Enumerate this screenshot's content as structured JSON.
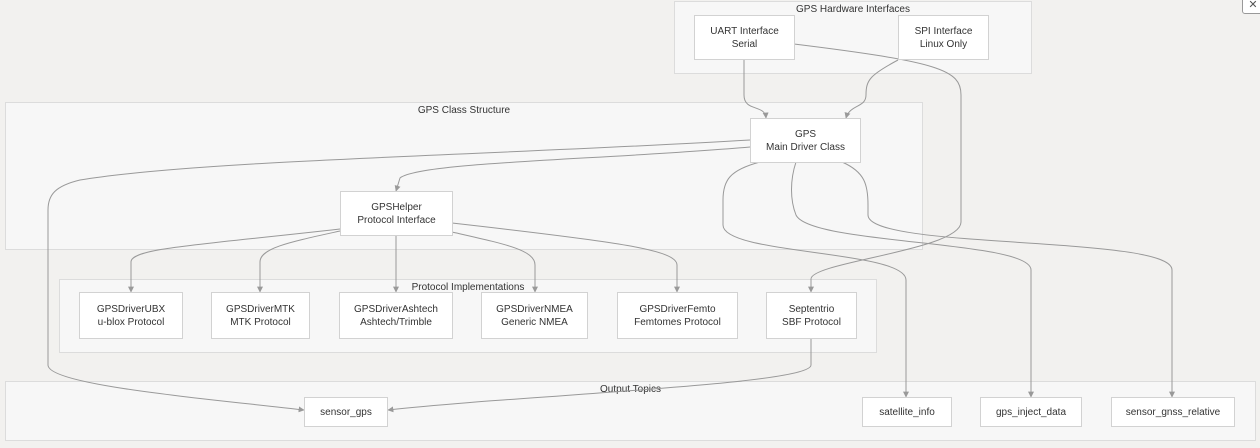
{
  "clusters": {
    "hardware": {
      "title": "GPS Hardware Interfaces"
    },
    "class_structure": {
      "title": "GPS Class Structure"
    },
    "protocols": {
      "title": "Protocol Implementations"
    },
    "output": {
      "title": "Output Topics"
    }
  },
  "nodes": {
    "uart": {
      "line1": "UART Interface",
      "line2": "Serial"
    },
    "spi": {
      "line1": "SPI Interface",
      "line2": "Linux Only"
    },
    "gps": {
      "line1": "GPS",
      "line2": "Main Driver Class"
    },
    "helper": {
      "line1": "GPSHelper",
      "line2": "Protocol Interface"
    },
    "ubx": {
      "line1": "GPSDriverUBX",
      "line2": "u-blox Protocol"
    },
    "mtk": {
      "line1": "GPSDriverMTK",
      "line2": "MTK Protocol"
    },
    "ashtech": {
      "line1": "GPSDriverAshtech",
      "line2": "Ashtech/Trimble"
    },
    "nmea": {
      "line1": "GPSDriverNMEA",
      "line2": "Generic NMEA"
    },
    "femto": {
      "line1": "GPSDriverFemto",
      "line2": "Femtomes Protocol"
    },
    "septentrio": {
      "line1": "Septentrio",
      "line2": "SBF Protocol"
    },
    "sensor_gps": {
      "label": "sensor_gps"
    },
    "satellite_info": {
      "label": "satellite_info"
    },
    "gps_inject_data": {
      "label": "gps_inject_data"
    },
    "sensor_gnss_relative": {
      "label": "sensor_gnss_relative"
    }
  },
  "colors": {
    "edge": "#999999",
    "cluster_fill": "#f7f7f7",
    "node_fill": "#ffffff",
    "background": "#f2f1ef"
  }
}
